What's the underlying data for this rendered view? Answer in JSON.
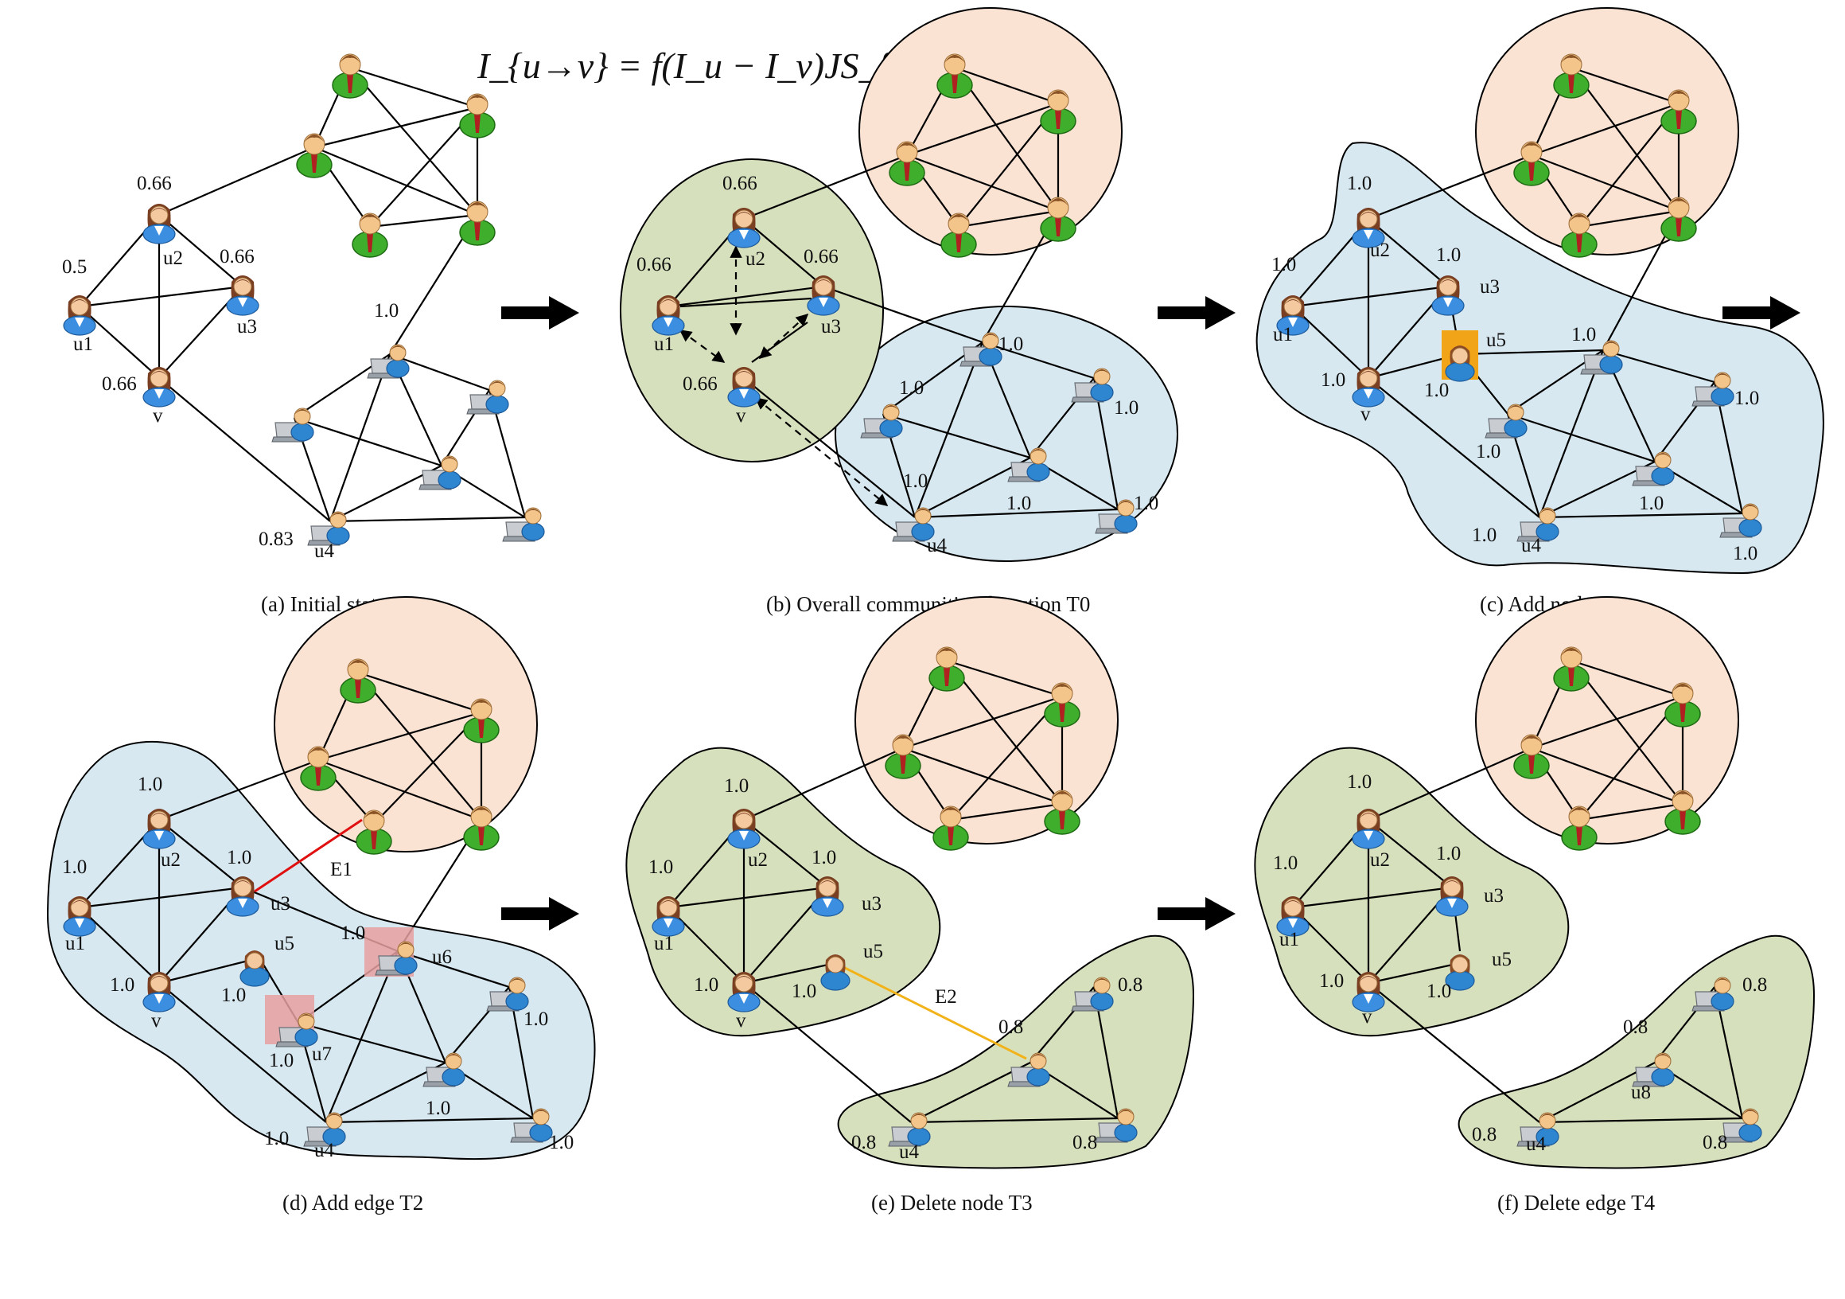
{
  "formula": "I_{u→v} = f(I_u − I_v)JS_{uv}CS_{uv}",
  "colors": {
    "orange_community": "#fbe3d4",
    "blue_community": "#d7e8f0",
    "green_community": "#d6e0bd",
    "person_green": "#3fae2c",
    "person_female_dress": "#c04a3a",
    "laptop_user": "#2f86d0",
    "added_node_highlight": "#f2a418",
    "modified_edge_red": "#e01010",
    "deleted_edge_orange": "#f2b21a",
    "new_node_marker": "#e8a0a0"
  },
  "icons": {
    "green_user": "user-green-icon",
    "female_user": "user-female-icon",
    "laptop_user": "laptop-user-icon",
    "arrow": "right-arrow-icon"
  },
  "panels": [
    {
      "caption": "(a) Initial state",
      "labels": [
        "0.66",
        "u2",
        "0.5",
        "0.66",
        "u3",
        "u1",
        "0.66",
        "v",
        "1.0",
        "0.83",
        "u4"
      ]
    },
    {
      "caption": "(b) Overall communities detection T0",
      "labels": [
        "0.66",
        "u2",
        "0.66",
        "0.66",
        "u3",
        "u1",
        "0.66",
        "v",
        "1.0",
        "1.0",
        "1.0",
        "1.0",
        "1.0",
        "1.0",
        "u4"
      ]
    },
    {
      "caption": "(c)  Add node  T1",
      "labels": [
        "1.0",
        "u2",
        "1.0",
        "1.0",
        "u3",
        "u1",
        "u5",
        "1.0",
        "1.0",
        "1.0",
        "v",
        "1.0",
        "1.0",
        "1.0",
        "1.0",
        "u4",
        "1.0"
      ]
    },
    {
      "caption": "(d)  Add edge T2",
      "edge_label": "E1",
      "labels": [
        "1.0",
        "u2",
        "1.0",
        "1.0",
        "u3",
        "u1",
        "u5",
        "1.0",
        "u6",
        "1.0",
        "1.0",
        "v",
        "u7",
        "1.0",
        "1.0",
        "1.0",
        "1.0",
        "u4",
        "1.0"
      ]
    },
    {
      "caption": "(e)  Delete node T3",
      "edge_label": "E2",
      "labels": [
        "1.0",
        "u2",
        "1.0",
        "1.0",
        "u3",
        "u1",
        "u5",
        "1.0",
        "1.0",
        "v",
        "0.8",
        "0.8",
        "0.8",
        "u4",
        "0.8"
      ]
    },
    {
      "caption": "(f)  Delete edge T4",
      "labels": [
        "1.0",
        "u2",
        "1.0",
        "1.0",
        "u3",
        "u1",
        "u5",
        "1.0",
        "1.0",
        "v",
        "0.8",
        "0.8",
        "u8",
        "0.8",
        "u4",
        "0.8"
      ]
    }
  ]
}
